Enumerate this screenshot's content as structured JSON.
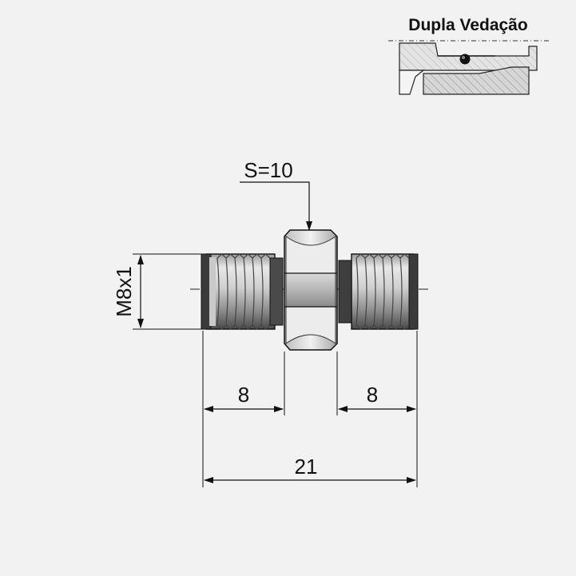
{
  "inset": {
    "title": "Dupla Vedação"
  },
  "dimensions": {
    "hex_size": "S=10",
    "thread": "M8x1",
    "left_length": "8",
    "right_length": "8",
    "total_length": "21"
  },
  "colors": {
    "background": "#f2f2f2",
    "line": "#111111",
    "metal_light": "#e4e4e4",
    "metal_mid": "#a8a8a8",
    "metal_dark": "#3c3c3c",
    "hatch": "#555555"
  }
}
